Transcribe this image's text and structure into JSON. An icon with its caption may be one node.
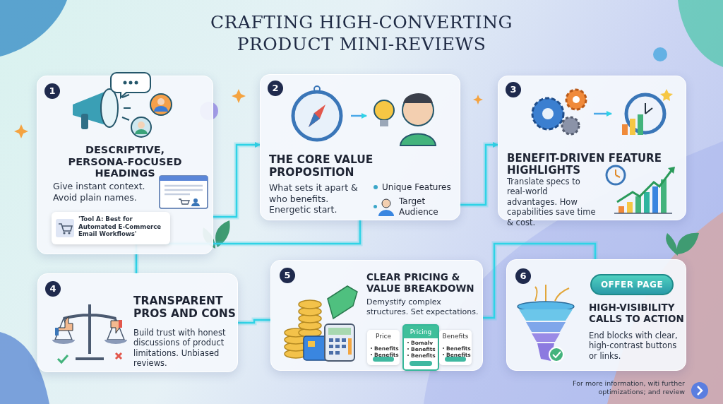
{
  "diagram": {
    "title": "CRAFTING HIGH-CONVERTING PRODUCT MINI-REVIEWS",
    "nodes": [
      {
        "text": [
          "1",
          "DESCRIPTIVE, PERSONA-FOCUSED HEADINGS",
          "Give instant context. Avoid plain names."
        ]
      },
      {
        "text": [
          "'Tool A: Best for Automated E-Commerce Email Workflows'"
        ],
        "in": 0
      },
      {
        "text": [
          "2",
          "THE CORE VALUE PROPOSITION",
          "What sets it apart & who benefits. Energetic start."
        ]
      },
      {
        "text": [
          "3",
          "BENEFIT-DRIVEN FEATURE HIGHLIGHTS",
          "Translate specs to real-world advantages. How capabilities save time & cost."
        ]
      },
      {
        "text": [
          "4",
          "TRANSPARENT PROS AND CONS",
          "Build trust with honest discussions of product limitations. Unbiased reviews."
        ]
      },
      {
        "text": [
          "5",
          "CLEAR PRICING & VALUE BREAKDOWN",
          "Demystify complex structures. Set expectations."
        ]
      },
      {
        "text": [
          "Price",
          "Benefits",
          "Benefits"
        ],
        "in": 5
      },
      {
        "text": [
          "Pricing",
          "Bomalv",
          "Benefits",
          "Benefits"
        ],
        "in": 5
      },
      {
        "text": [
          "Benefits",
          "Benefits",
          "Benefits"
        ],
        "in": 5
      },
      {
        "text": [
          "6",
          "HIGH-VISIBILITY CALLS TO ACTION",
          "End blocks with clear, high-contrast buttons or links."
        ]
      },
      {
        "text": [
          "OFFER PAGE"
        ],
        "in": 9
      }
    ],
    "edges": [
      {
        "from": 0,
        "to": 2,
        "arrow": "to"
      },
      {
        "from": 2,
        "to": 3,
        "arrow": "to"
      },
      {
        "from": 2,
        "to": 4,
        "arrow": "none"
      },
      {
        "from": 4,
        "to": 5,
        "arrow": "none"
      },
      {
        "from": 5,
        "to": 9,
        "arrow": "none"
      }
    ],
    "labels": [
      "Unique Features",
      "Target Audience",
      "For more information, witi further optimizations; and review"
    ]
  }
}
